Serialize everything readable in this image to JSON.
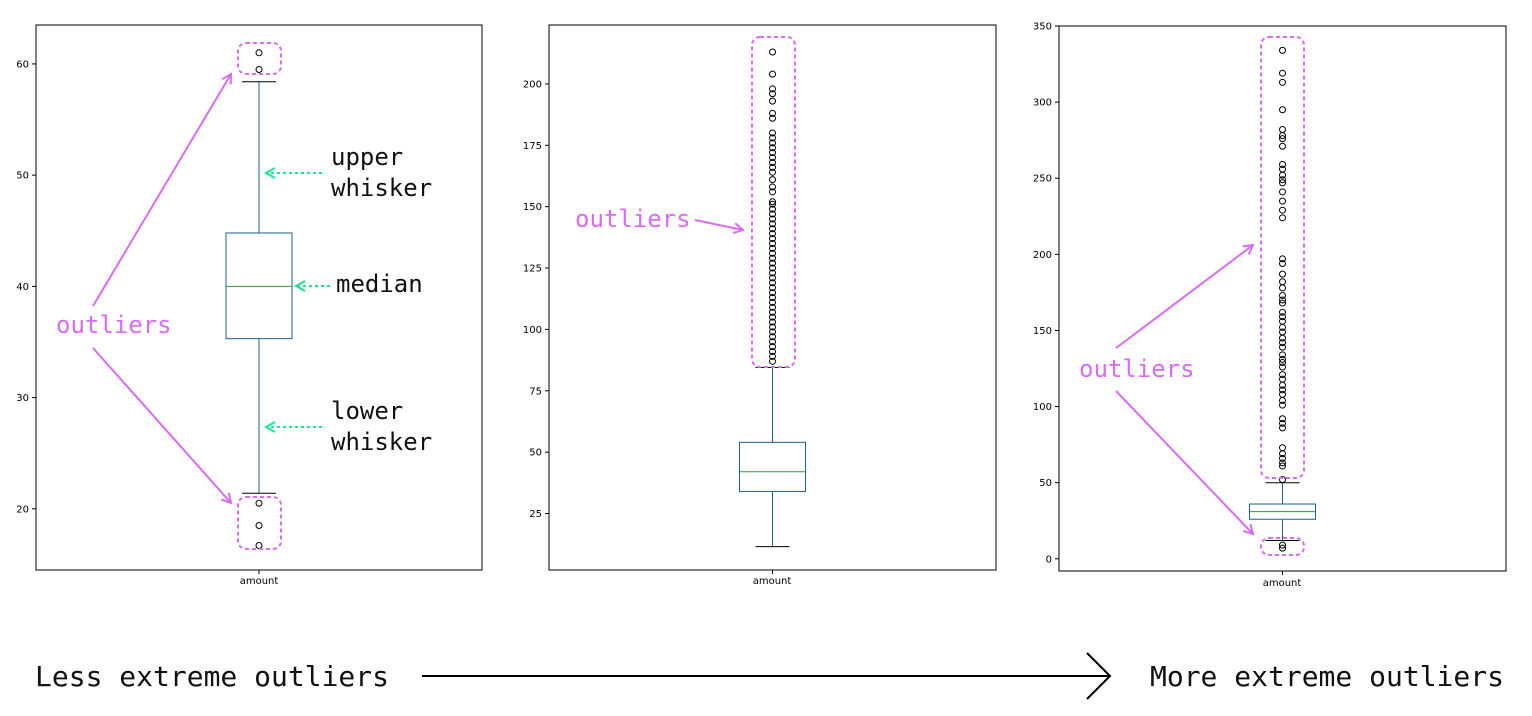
{
  "colors": {
    "box": "#1f5f8b",
    "median": "#2ca02c",
    "highlight": "#d96cf5",
    "green_arrow": "#19e68a",
    "text": "#111111"
  },
  "chart_data": [
    {
      "type": "box",
      "category": "amount",
      "ylim": [
        14.5,
        63.5
      ],
      "yticks": [
        20,
        30,
        40,
        50,
        60
      ],
      "stats": {
        "lower_whisker": 21.4,
        "q1": 35.3,
        "median": 40.0,
        "q3": 44.8,
        "upper_whisker": 58.4
      },
      "outliers": [
        61.0,
        59.5,
        20.5,
        18.5,
        16.7
      ],
      "annotations": {
        "outliers": "outliers",
        "upper_whisker": [
          "upper",
          "whisker"
        ],
        "median": "median",
        "lower_whisker": [
          "lower",
          "whisker"
        ]
      }
    },
    {
      "type": "box",
      "category": "amount",
      "ylim": [
        2,
        224
      ],
      "yticks": [
        25,
        50,
        75,
        100,
        125,
        150,
        175,
        200
      ],
      "stats": {
        "lower_whisker": 11.5,
        "q1": 34,
        "median": 42,
        "q3": 54,
        "upper_whisker": 84.5
      },
      "outliers": [
        213,
        204,
        198,
        196,
        193,
        188,
        186,
        180,
        178,
        176,
        174,
        172,
        170,
        168,
        166,
        164,
        161,
        158,
        156,
        152,
        151,
        149,
        147,
        145,
        143,
        141,
        139,
        137,
        135,
        133,
        131,
        129,
        127,
        125,
        123,
        121,
        119,
        117,
        115,
        113,
        111,
        109,
        107,
        105,
        103,
        101,
        99,
        97,
        95,
        93,
        91,
        89,
        87
      ],
      "annotations": {
        "outliers": "outliers"
      }
    },
    {
      "type": "box",
      "category": "amount",
      "ylim": [
        -8,
        350
      ],
      "yticks": [
        0,
        50,
        100,
        150,
        200,
        250,
        300,
        350
      ],
      "stats": {
        "lower_whisker": 12,
        "q1": 26,
        "median": 31,
        "q3": 36,
        "upper_whisker": 50
      },
      "outliers": [
        334,
        319,
        313,
        295,
        282,
        278,
        276,
        271,
        259,
        256,
        252,
        249,
        247,
        241,
        235,
        229,
        224,
        197,
        194,
        187,
        182,
        178,
        173,
        170,
        168,
        162,
        159,
        156,
        152,
        149,
        145,
        142,
        139,
        134,
        131,
        129,
        126,
        121,
        118,
        114,
        111,
        108,
        104,
        101,
        92,
        89,
        86,
        73,
        69,
        66,
        63,
        61,
        52,
        9,
        7
      ],
      "annotations": {
        "outliers": "outliers"
      }
    }
  ],
  "captions": {
    "left": "Less extreme outliers",
    "right": "More extreme outliers"
  }
}
